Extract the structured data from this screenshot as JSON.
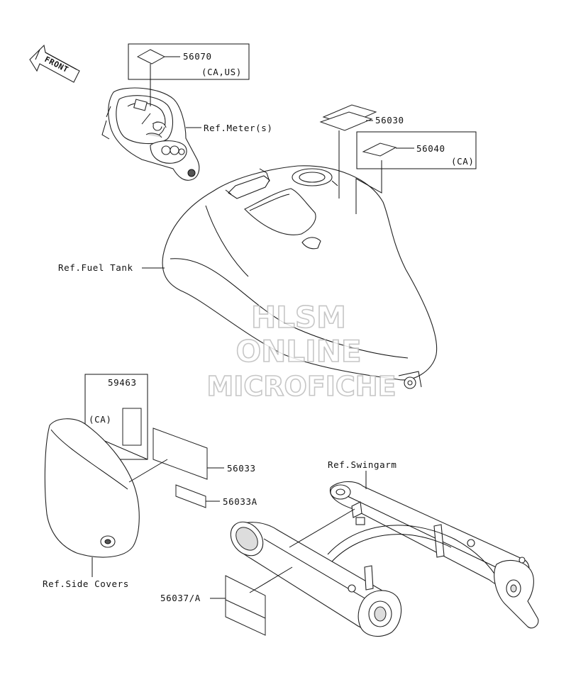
{
  "front_arrow": {
    "label": "FRONT"
  },
  "parts": {
    "p56070": {
      "number": "56070",
      "note": "(CA,US)"
    },
    "p56030": {
      "number": "56030"
    },
    "p56040": {
      "number": "56040",
      "note": "(CA)"
    },
    "p59463": {
      "number": "59463",
      "note": "(CA)"
    },
    "p56033": {
      "number": "56033"
    },
    "p56033A": {
      "number": "56033A"
    },
    "p56037A": {
      "number": "56037/A"
    }
  },
  "refs": {
    "meter": "Ref.Meter(s)",
    "fuel_tank": "Ref.Fuel Tank",
    "swingarm": "Ref.Swingarm",
    "side_covers": "Ref.Side Covers"
  },
  "watermark": {
    "line1": "HLSM",
    "line2": "ONLINE",
    "line3": "MICROFICHE"
  }
}
